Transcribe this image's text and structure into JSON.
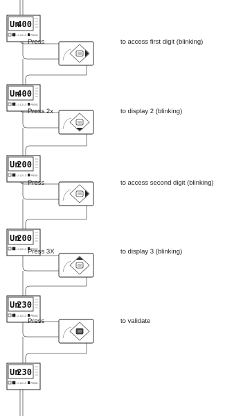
{
  "steps": [
    {
      "display": {
        "param": "Un",
        "value": "400"
      },
      "press": "Press",
      "desc": "to access first digit (blinking)",
      "key": "right"
    },
    {
      "display": {
        "param": "Un",
        "value": "400"
      },
      "press": "Press 2x",
      "desc": "to display 2 (blinking)",
      "key": "down"
    },
    {
      "display": {
        "param": "Un",
        "value": "200"
      },
      "press": "Press",
      "desc": "to access second digit (blinking)",
      "key": "right"
    },
    {
      "display": {
        "param": "Un",
        "value": "200"
      },
      "press": "Press 3X",
      "desc": "to display 3 (blinking)",
      "key": "up"
    },
    {
      "display": {
        "param": "Un",
        "value": "230"
      },
      "press": "Press",
      "desc": "to validate",
      "key": "center"
    }
  ],
  "final_display": {
    "param": "Un",
    "value": "230"
  },
  "indicator_labels": [
    "L1",
    "L2",
    "L3",
    "PROG"
  ]
}
